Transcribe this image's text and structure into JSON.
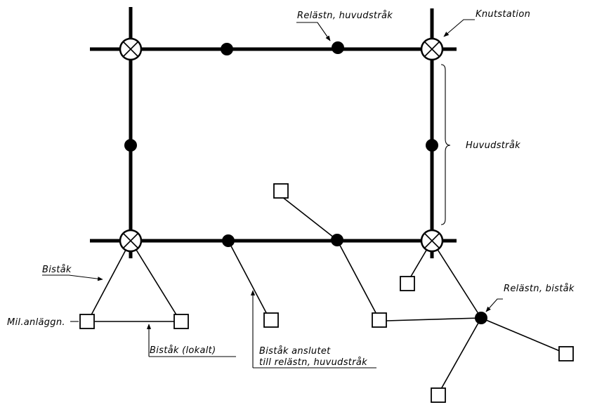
{
  "labels": {
    "relay_main": "Relästn, huvudstråk",
    "knot_station": "Knutstation",
    "main_route": "Huvudstråk",
    "branch": "Biståk",
    "mil_installation": "Mil.anläggn.",
    "branch_local": "Biståk (lokalt)",
    "branch_connected_line1": "Biståk anslutet",
    "branch_connected_line2": "till relästn, huvudstråk",
    "relay_branch": "Relästn, biståk"
  },
  "colors": {
    "line": "#000000",
    "background": "#ffffff"
  }
}
